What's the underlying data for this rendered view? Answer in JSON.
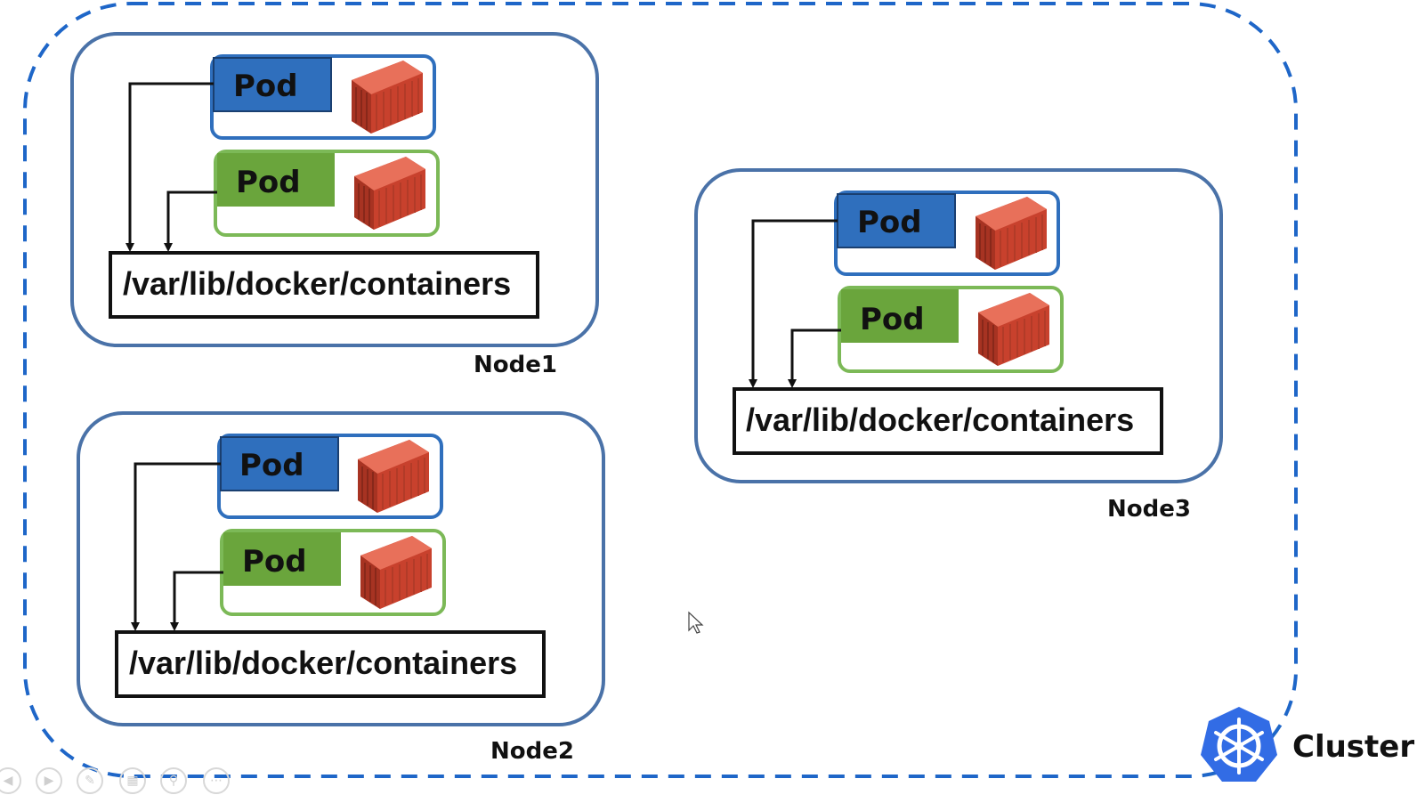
{
  "cluster": {
    "label": "Cluster"
  },
  "nodes": [
    {
      "label": "Node1",
      "pods": [
        "Pod",
        "Pod"
      ],
      "path": "/var/lib/docker/containers"
    },
    {
      "label": "Node2",
      "pods": [
        "Pod",
        "Pod"
      ],
      "path": "/var/lib/docker/containers"
    },
    {
      "label": "Node3",
      "pods": [
        "Pod",
        "Pod"
      ],
      "path": "/var/lib/docker/containers"
    }
  ],
  "colors": {
    "border_blue": "#1e66c8",
    "node_border": "#4a72a8",
    "pod_blue_label": "#2f6fbd",
    "pod_green_label": "#6aa53c",
    "pod_green_border": "#7cb957",
    "container_red": "#d9553f",
    "line": "#111111"
  },
  "toolbar": {
    "icons": [
      "prev-icon",
      "next-icon",
      "pen-icon",
      "slides-icon",
      "zoom-icon",
      "more-icon"
    ]
  }
}
